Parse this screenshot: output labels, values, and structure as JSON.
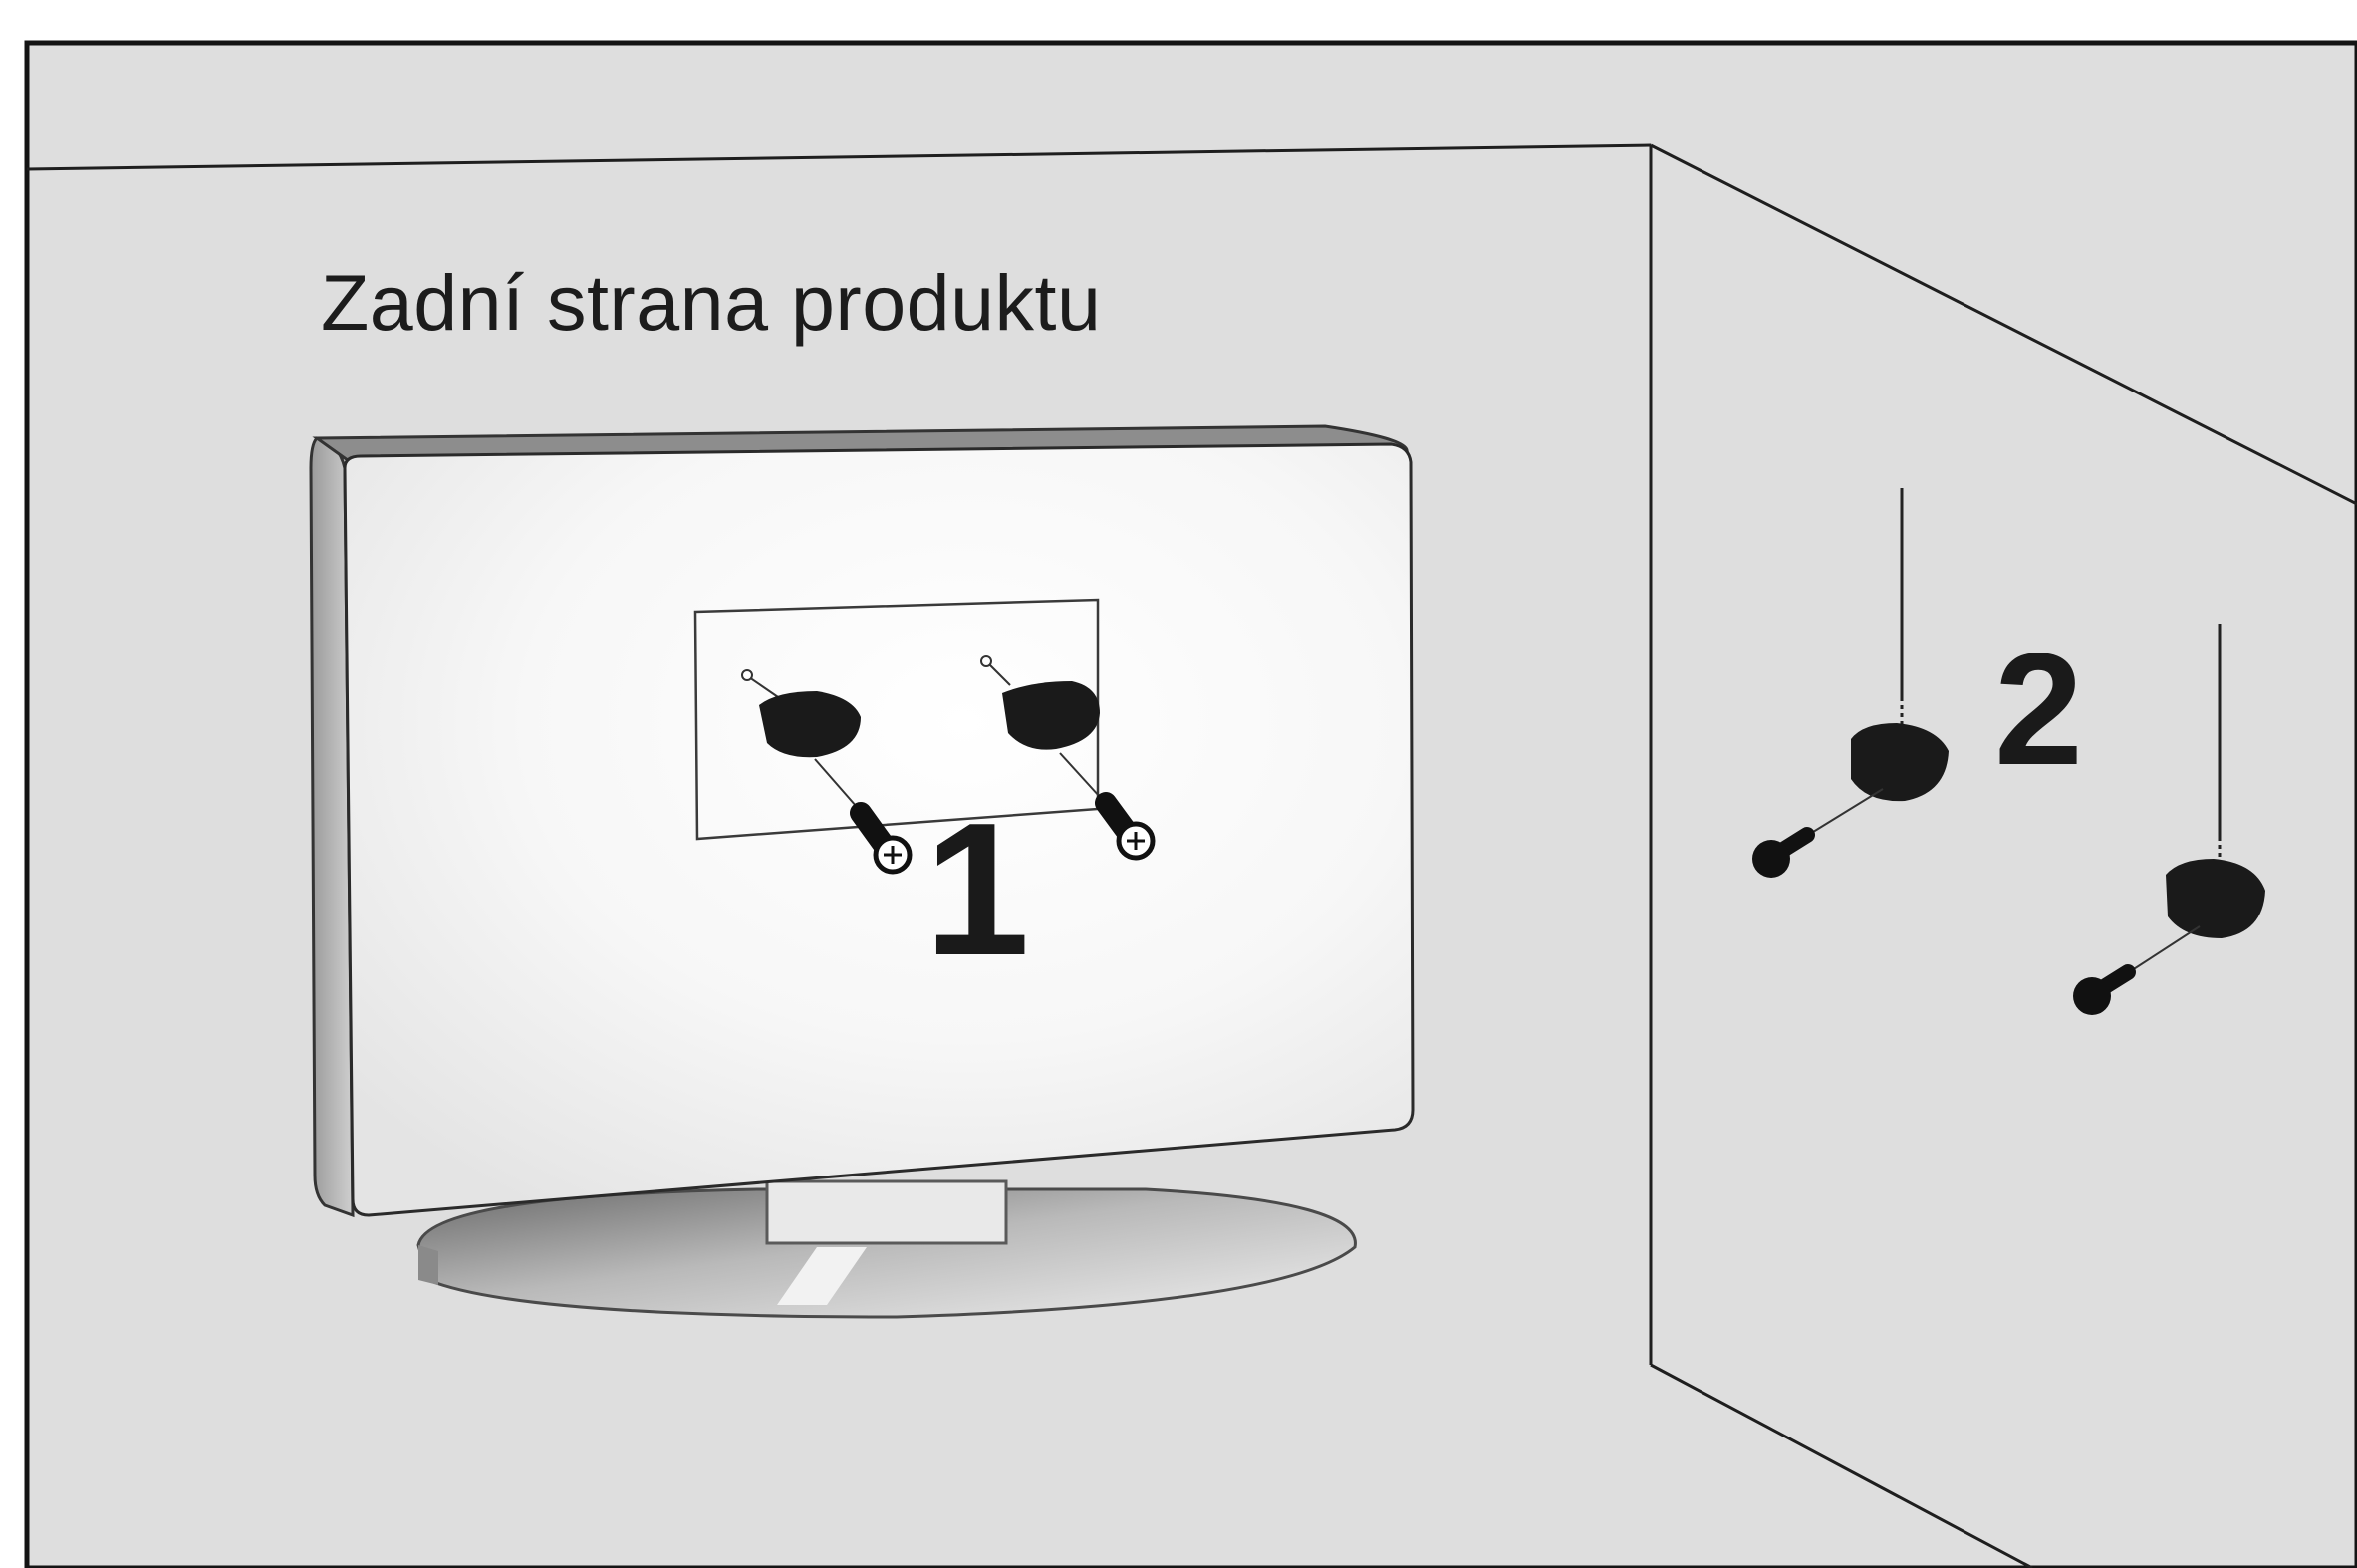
{
  "illustration": {
    "caption": "Zadní strana produktu",
    "steps": [
      {
        "number": "1"
      },
      {
        "number": "2"
      }
    ]
  },
  "colors": {
    "background": "#dedede",
    "line": "#1e1e1e",
    "bracket": "#1a1a1a",
    "panel": "#fbfbfb"
  }
}
